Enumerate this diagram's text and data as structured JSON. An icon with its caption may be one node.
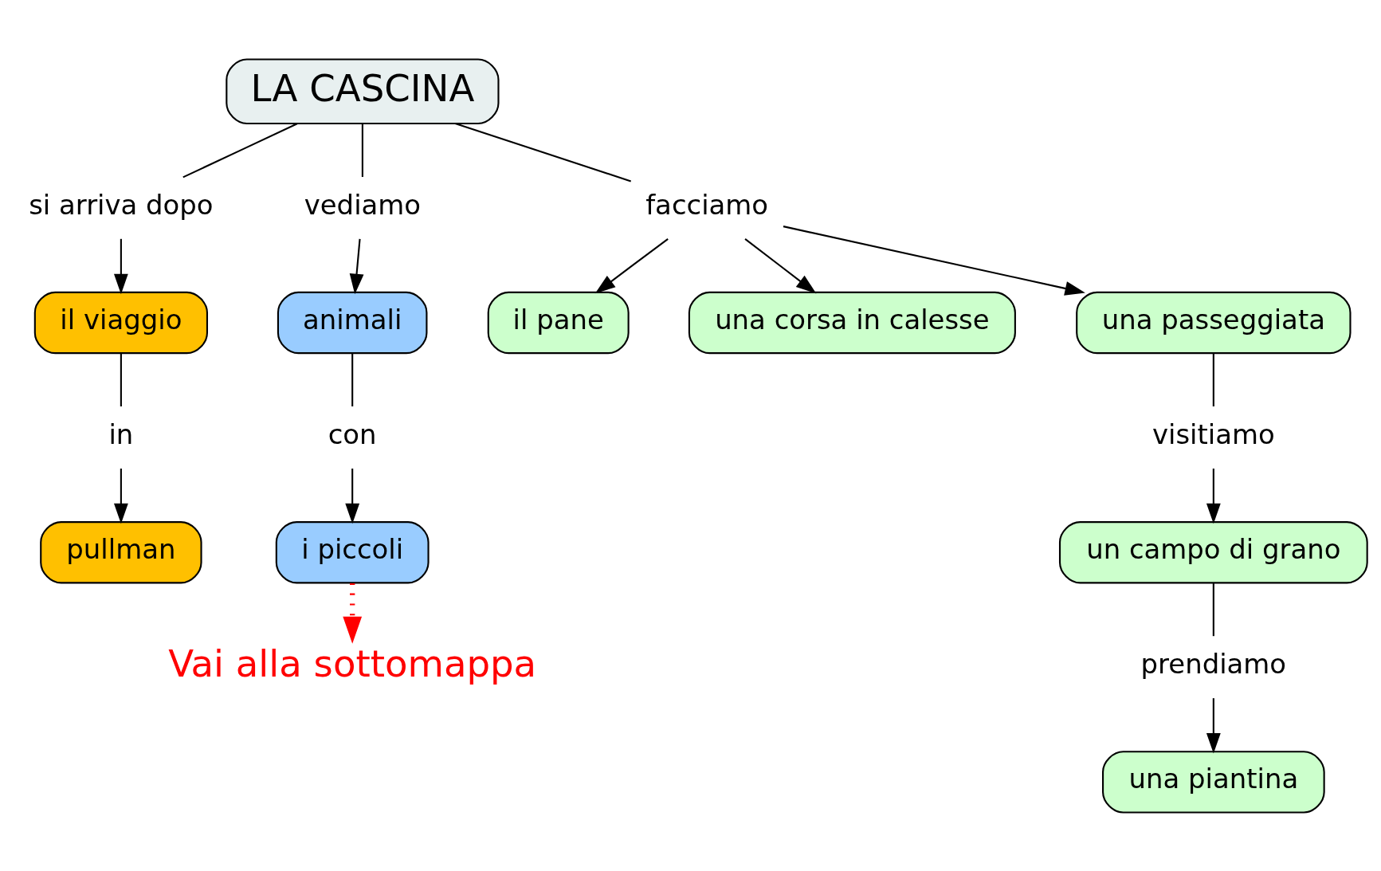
{
  "diagram": {
    "nodes": [
      {
        "text": [
          "LA CASCINA"
        ]
      },
      {
        "text": [
          "si arriva dopo"
        ]
      },
      {
        "text": [
          "il viaggio"
        ]
      },
      {
        "text": [
          "in"
        ]
      },
      {
        "text": [
          "pullman"
        ]
      },
      {
        "text": [
          "vediamo"
        ]
      },
      {
        "text": [
          "animali"
        ]
      },
      {
        "text": [
          "con"
        ]
      },
      {
        "text": [
          "i piccoli"
        ]
      },
      {
        "text": [
          "facciamo"
        ]
      },
      {
        "text": [
          "il pane"
        ]
      },
      {
        "text": [
          "una corsa in calesse"
        ]
      },
      {
        "text": [
          "una passeggiata"
        ]
      },
      {
        "text": [
          "visitiamo"
        ]
      },
      {
        "text": [
          "un campo di grano"
        ]
      },
      {
        "text": [
          "prendiamo"
        ]
      },
      {
        "text": [
          "una piantina"
        ]
      },
      {
        "text": [
          "Vai alla sottomappa"
        ]
      }
    ],
    "edges": [
      {
        "from": 0,
        "to": 1,
        "arrow": "none"
      },
      {
        "from": 1,
        "to": 2,
        "arrow": "to"
      },
      {
        "from": 2,
        "to": 3,
        "arrow": "none"
      },
      {
        "from": 3,
        "to": 4,
        "arrow": "to"
      },
      {
        "from": 0,
        "to": 5,
        "arrow": "none"
      },
      {
        "from": 5,
        "to": 6,
        "arrow": "to"
      },
      {
        "from": 6,
        "to": 7,
        "arrow": "none"
      },
      {
        "from": 7,
        "to": 8,
        "arrow": "to"
      },
      {
        "from": 0,
        "to": 9,
        "arrow": "none"
      },
      {
        "from": 9,
        "to": 10,
        "arrow": "to"
      },
      {
        "from": 9,
        "to": 11,
        "arrow": "to"
      },
      {
        "from": 9,
        "to": 12,
        "arrow": "to"
      },
      {
        "from": 12,
        "to": 13,
        "arrow": "none"
      },
      {
        "from": 13,
        "to": 14,
        "arrow": "to"
      },
      {
        "from": 14,
        "to": 15,
        "arrow": "none"
      },
      {
        "from": 15,
        "to": 16,
        "arrow": "to"
      },
      {
        "from": 8,
        "to": 17,
        "arrow": "to",
        "style": "dashed",
        "color": "#ff0000"
      }
    ]
  }
}
